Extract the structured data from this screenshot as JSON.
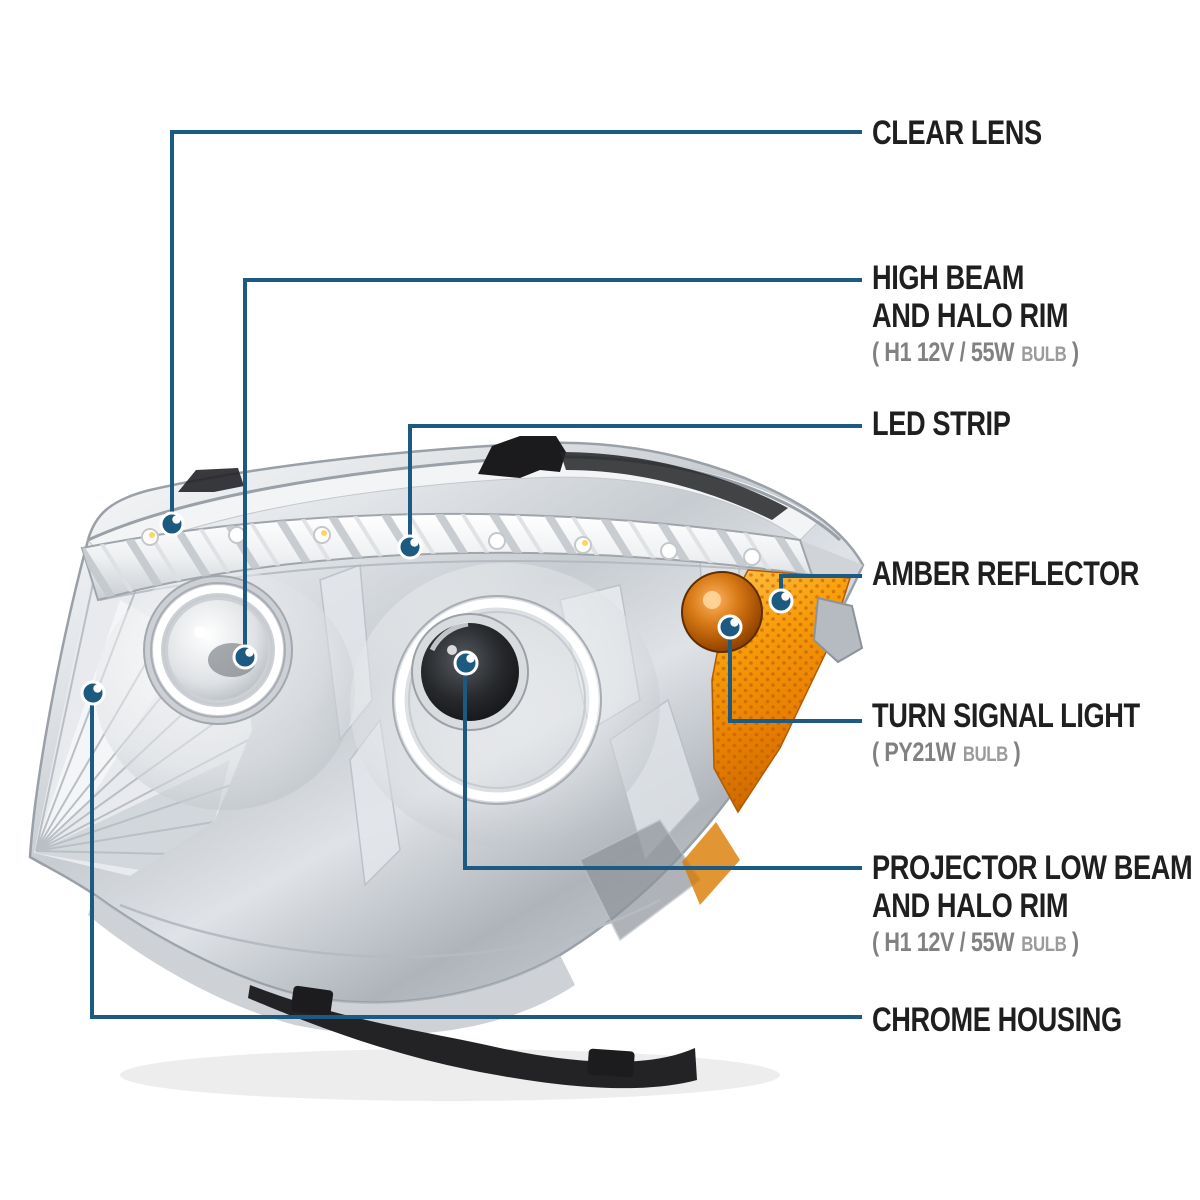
{
  "diagram": {
    "subject": "projector headlight callout diagram",
    "labels": {
      "clear_lens": {
        "line1": "CLEAR LENS"
      },
      "high_beam": {
        "line1": "HIGH BEAM",
        "line2": "AND HALO RIM",
        "spec_open": "(",
        "spec_main": "H1 12V / 55W",
        "spec_small": "BULB",
        "spec_close": ")"
      },
      "led_strip": {
        "line1": "LED STRIP"
      },
      "amber_reflector": {
        "line1": "AMBER REFLECTOR"
      },
      "turn_signal": {
        "line1": "TURN SIGNAL LIGHT",
        "spec_open": "(",
        "spec_main": "PY21W",
        "spec_small": "BULB",
        "spec_close": ")"
      },
      "projector_low_beam": {
        "line1": "PROJECTOR LOW BEAM",
        "line2": "AND HALO RIM",
        "spec_open": "(",
        "spec_main": "H1 12V / 55W",
        "spec_small": "BULB",
        "spec_close": ")"
      },
      "chrome_housing": {
        "line1": "CHROME HOUSING"
      }
    },
    "colors": {
      "callout_accent": "#1d5a82",
      "label_text": "#1f1f1f",
      "spec_text": "#818181",
      "amber": "#f79d0a",
      "background": "#ffffff"
    }
  }
}
